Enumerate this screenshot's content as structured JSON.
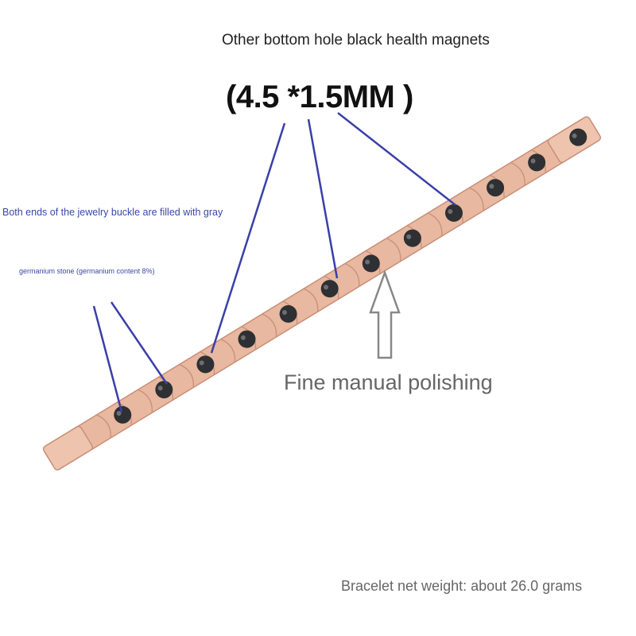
{
  "labels": {
    "title": "Other bottom hole black health magnets",
    "magnet_size": "(4.5 *1.5MM )",
    "buckle_note": "Both ends of the jewelry buckle are filled with gray",
    "germanium_note": "germanium stone (germanium content 8%)",
    "polishing": "Fine manual polishing",
    "weight": "Bracelet net weight: about 26.0 grams"
  },
  "colors": {
    "metal": "#e8b8a0",
    "metal_dark": "#c98f78",
    "magnet": "#2e3033",
    "annotation_line": "#3a3fa8",
    "arrow": "#888888"
  }
}
